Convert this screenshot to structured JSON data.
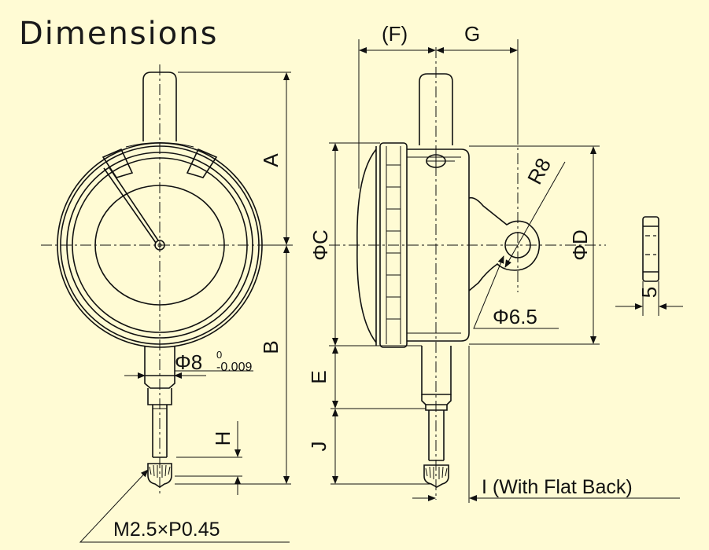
{
  "title": "Dimensions",
  "dims": {
    "A": "A",
    "B": "B",
    "C": "ΦC",
    "D": "ΦD",
    "E": "E",
    "F": "(F)",
    "G": "G",
    "H": "H",
    "J": "J",
    "I": "I (With Flat Back)",
    "R": "R8",
    "phi65": "Φ6.5",
    "phi8": "Φ8",
    "phi8_upper": "0",
    "phi8_lower": "-0.009",
    "five": "5",
    "thread": "M2.5×P0.45"
  }
}
